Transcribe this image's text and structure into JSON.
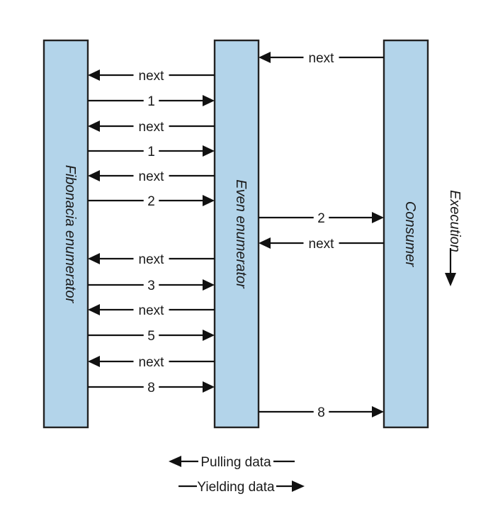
{
  "columns": {
    "fibonacci": "Fibonacia enumerator",
    "even": "Even enumerator",
    "consumer": "Consumer"
  },
  "execution_label": "Execution",
  "messages": [
    {
      "from": "consumer",
      "to": "even",
      "kind": "pull",
      "label": "next"
    },
    {
      "from": "even",
      "to": "fibonacci",
      "kind": "pull",
      "label": "next"
    },
    {
      "from": "fibonacci",
      "to": "even",
      "kind": "yield",
      "label": "1"
    },
    {
      "from": "even",
      "to": "fibonacci",
      "kind": "pull",
      "label": "next"
    },
    {
      "from": "fibonacci",
      "to": "even",
      "kind": "yield",
      "label": "1"
    },
    {
      "from": "even",
      "to": "fibonacci",
      "kind": "pull",
      "label": "next"
    },
    {
      "from": "fibonacci",
      "to": "even",
      "kind": "yield",
      "label": "2"
    },
    {
      "from": "even",
      "to": "consumer",
      "kind": "yield",
      "label": "2"
    },
    {
      "from": "consumer",
      "to": "even",
      "kind": "pull",
      "label": "next"
    },
    {
      "from": "even",
      "to": "fibonacci",
      "kind": "pull",
      "label": "next"
    },
    {
      "from": "fibonacci",
      "to": "even",
      "kind": "yield",
      "label": "3"
    },
    {
      "from": "even",
      "to": "fibonacci",
      "kind": "pull",
      "label": "next"
    },
    {
      "from": "fibonacci",
      "to": "even",
      "kind": "yield",
      "label": "5"
    },
    {
      "from": "even",
      "to": "fibonacci",
      "kind": "pull",
      "label": "next"
    },
    {
      "from": "fibonacci",
      "to": "even",
      "kind": "yield",
      "label": "8"
    },
    {
      "from": "even",
      "to": "consumer",
      "kind": "yield",
      "label": "8"
    }
  ],
  "legend": {
    "pull": "Pulling data",
    "yield": "Yielding data"
  }
}
